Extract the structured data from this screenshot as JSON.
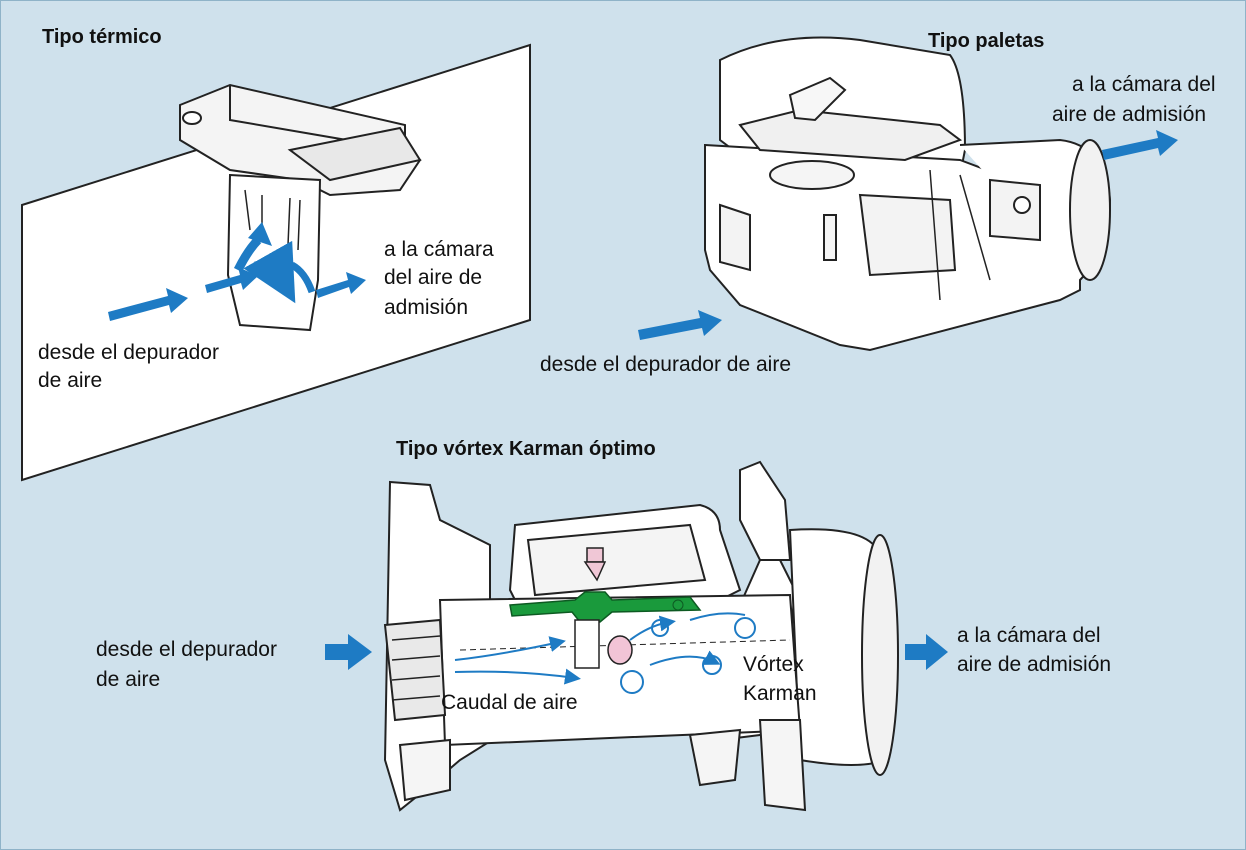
{
  "sections": {
    "thermal": {
      "title": "Tipo térmico",
      "from_label": [
        "desde el depurador",
        "de aire"
      ],
      "to_label": [
        "a la cámara",
        "del aire de",
        "admisión"
      ]
    },
    "vane": {
      "title": "Tipo paletas",
      "from_label": "desde el depurador de aire",
      "to_label": [
        "a la cámara del",
        "aire de admisión"
      ]
    },
    "karman": {
      "title": "Tipo vórtex Karman óptimo",
      "from_label": [
        "desde el depurador",
        "de aire"
      ],
      "to_label": [
        "a la cámara del",
        "aire de admisión"
      ],
      "flow_label": "Caudal de aire",
      "vortex_label": [
        "Vórtex",
        "Karman"
      ]
    }
  },
  "colors": {
    "background": "#cfe1ec",
    "arrow": "#1e7bc4",
    "sensor_green": "#1a9a3c",
    "line": "#1a1a1a"
  }
}
